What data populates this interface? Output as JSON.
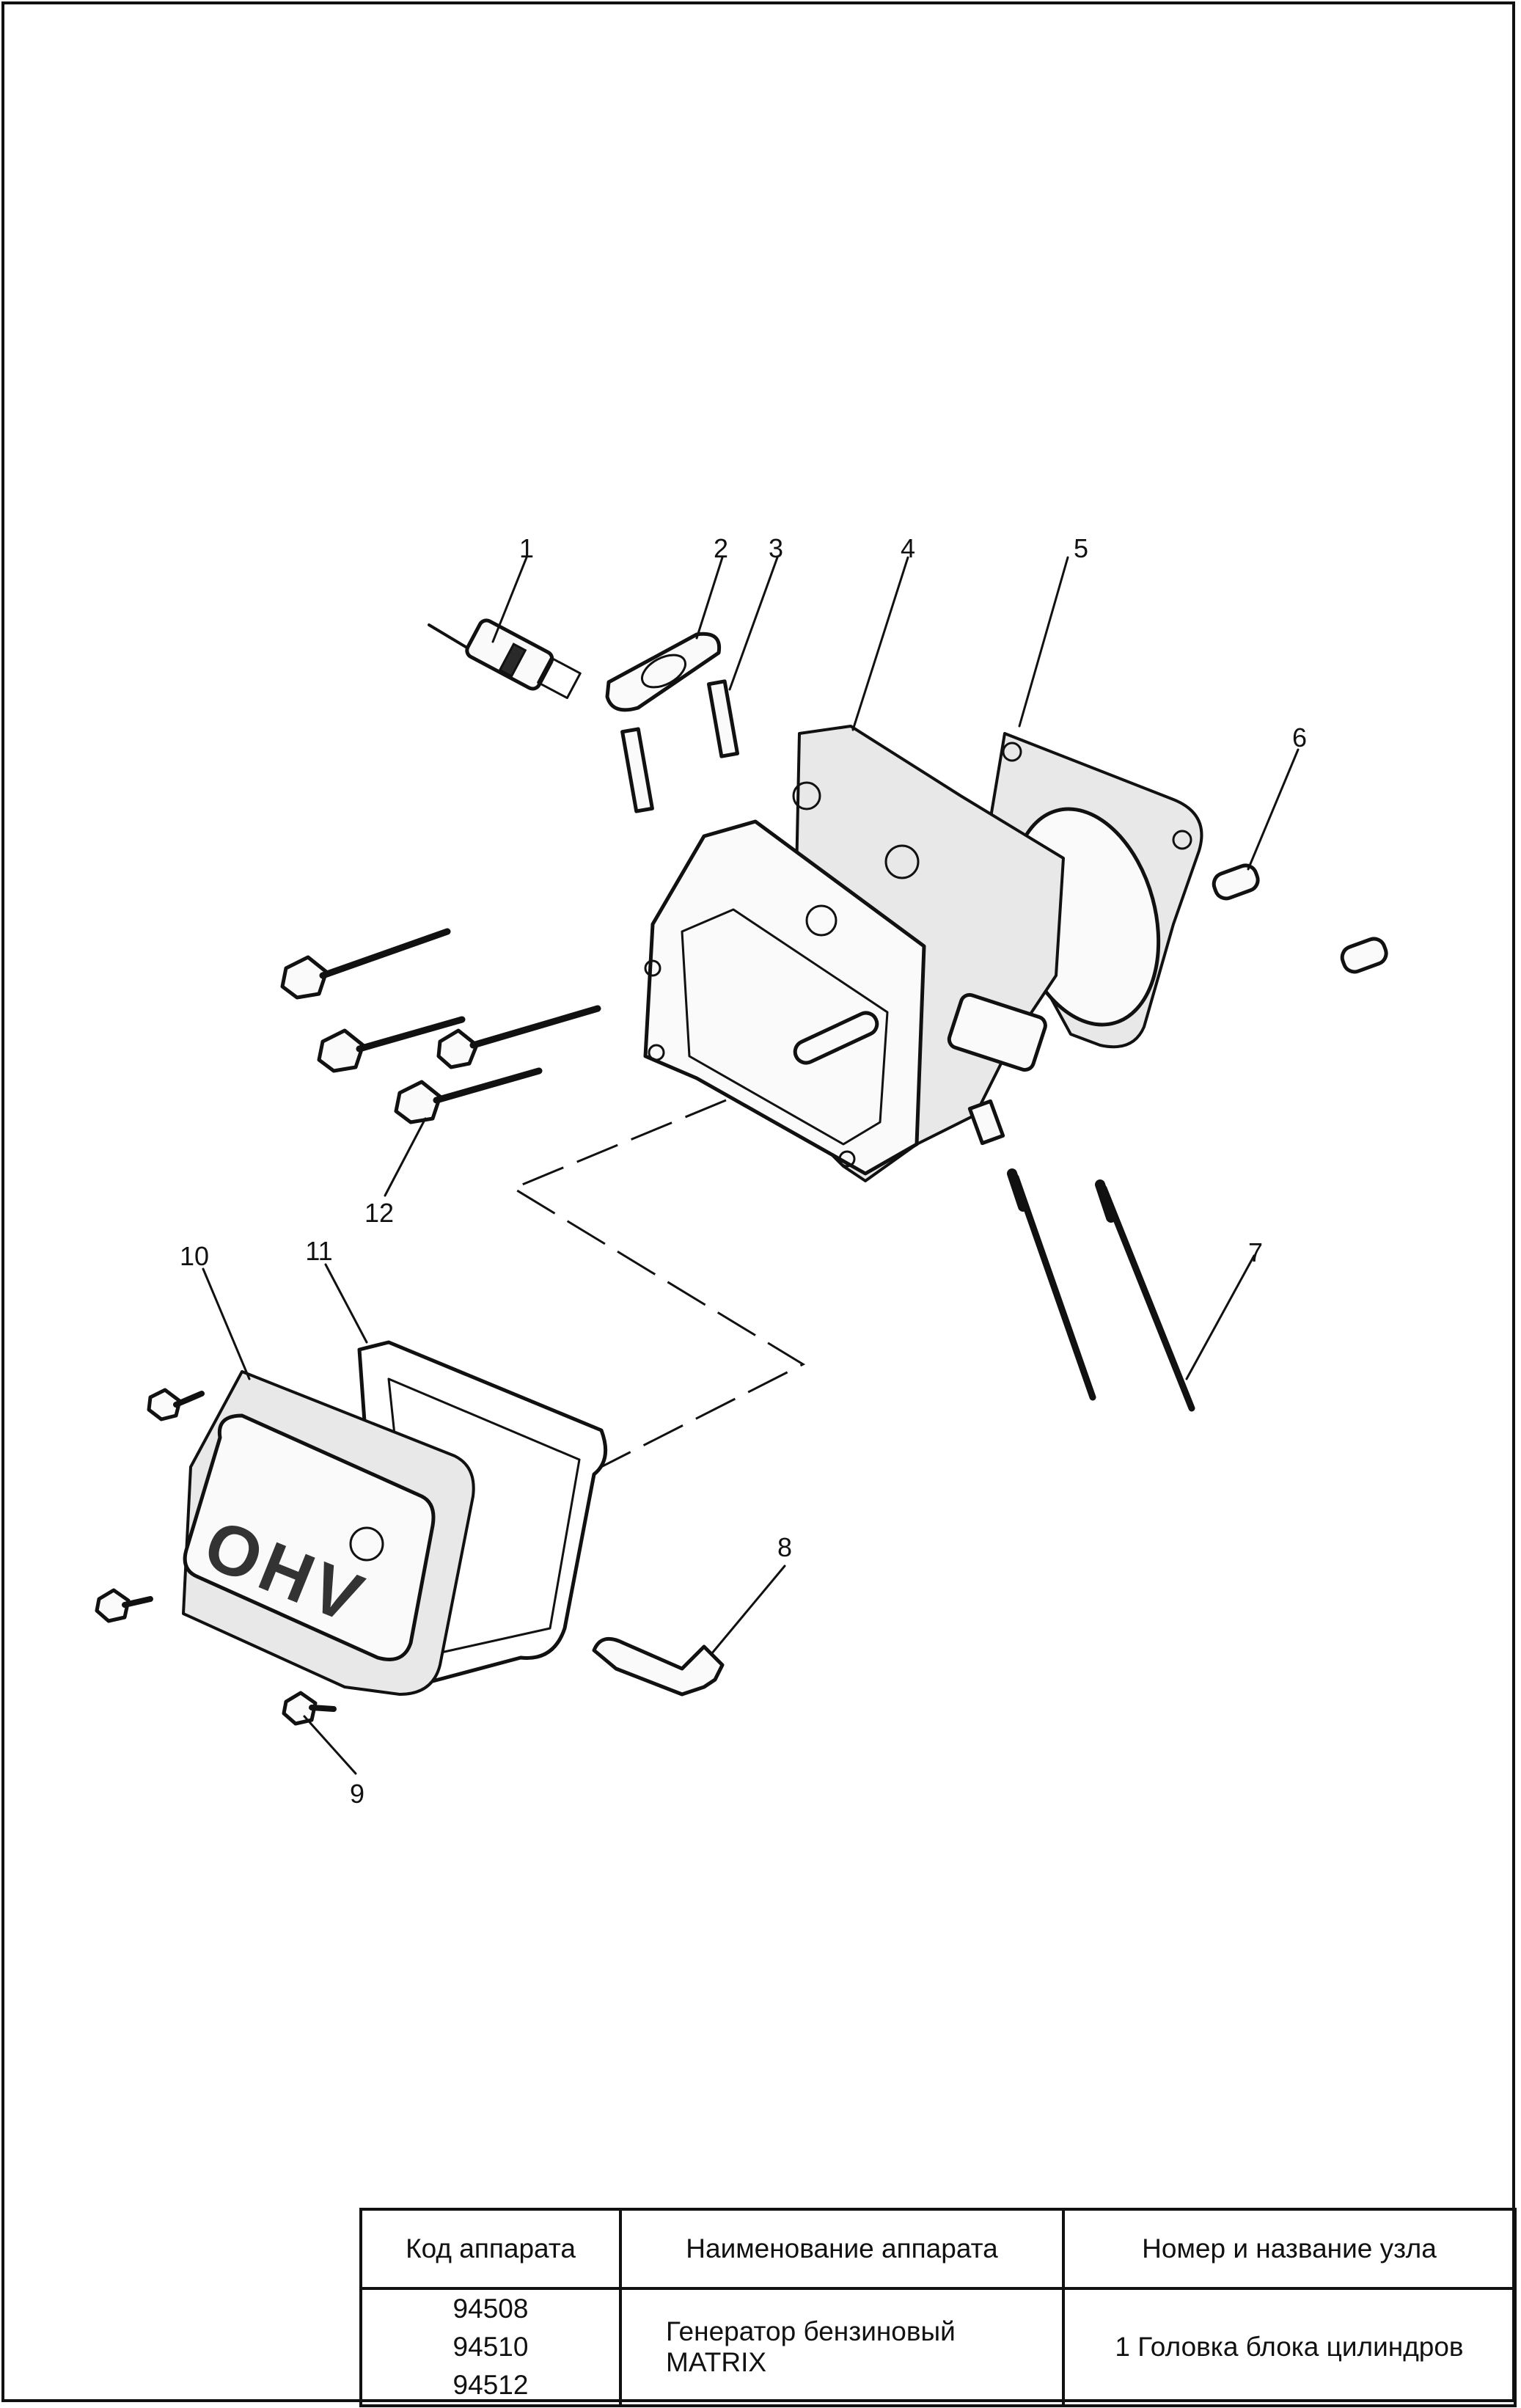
{
  "callouts": [
    "1",
    "2",
    "3",
    "4",
    "5",
    "6",
    "7",
    "8",
    "9",
    "10",
    "11",
    "12"
  ],
  "diagram": {
    "cover_lettering": "OHV"
  },
  "stamp": {
    "headers": {
      "code": "Код аппарата",
      "name": "Наименование аппарата",
      "unit": "Номер и название узла"
    },
    "codes": [
      "94508",
      "94510",
      "94512"
    ],
    "apparatus_line1": "Генератор бензиновый",
    "apparatus_line2": "MATRIX",
    "unit_name": "1 Головка блока цилиндров"
  }
}
